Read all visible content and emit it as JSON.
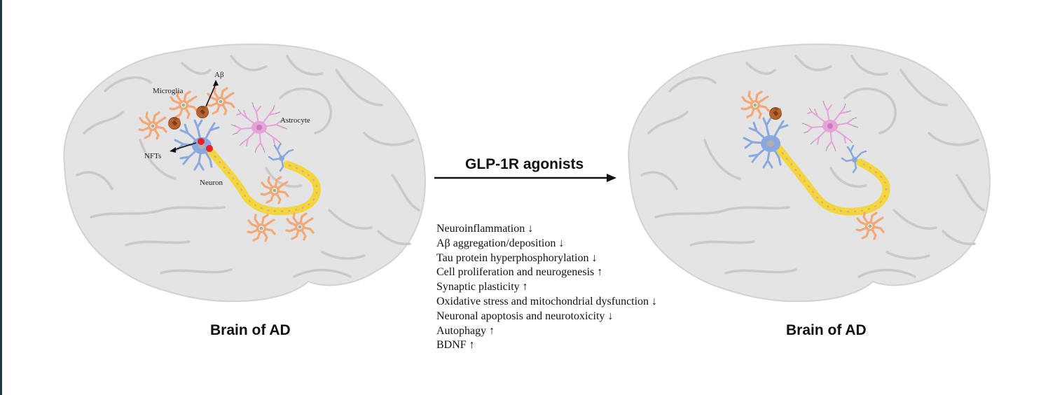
{
  "left_panel": {
    "caption": "Brain of AD",
    "labels": {
      "microglia": "Microglia",
      "abeta": "Aβ",
      "astrocyte": "Astrocyte",
      "nfts": "NFTs",
      "neuron": "Neuron"
    }
  },
  "right_panel": {
    "caption": "Brain of AD"
  },
  "treatment": {
    "label": "GLP-1R agonists",
    "effects": [
      "Neuroinflammation ↓",
      "Aβ aggregation/deposition ↓",
      "Tau protein hyperphosphorylation ↓",
      "Cell proliferation  and neurogenesis ↑",
      "Synaptic plasticity ↑",
      "Oxidative  stress and mitochondrial dysfunction ↓",
      "Neuronal apoptosis and neurotoxicity ↓",
      "Autophagy ↑",
      "BDNF ↑"
    ]
  },
  "colors": {
    "brain_fill": "#e4e4e4",
    "brain_fold": "#c9c9c9",
    "microglia": "#f2a877",
    "astrocyte": "#e7a2d9",
    "neuron": "#8aa8de",
    "axon": "#f2d63b",
    "plaque": "#a0522d",
    "nft": "#e8202a"
  }
}
